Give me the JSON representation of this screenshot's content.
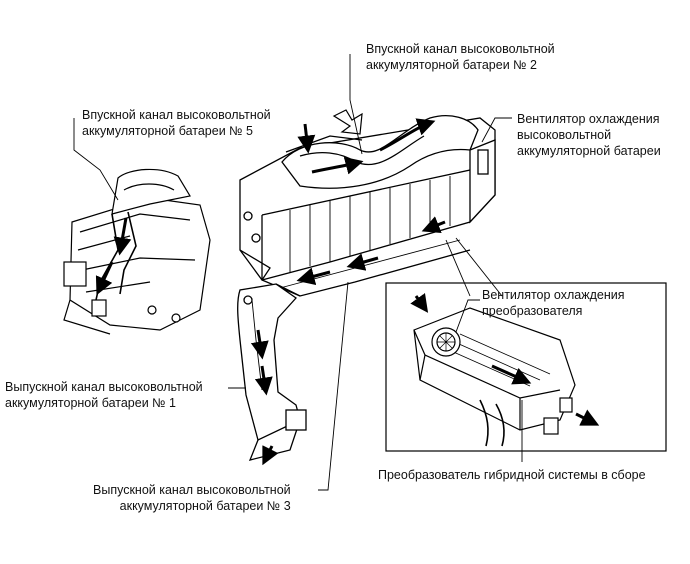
{
  "labels": {
    "intake_no2": [
      "Впускной канал высоковольтной",
      "аккумуляторной батареи № 2"
    ],
    "intake_no5": [
      "Впускной канал высоковольтной",
      "аккумуляторной батареи № 5"
    ],
    "battery_fan": [
      "Вентилятор охлаждения",
      "высоковольтной",
      "аккумуляторной батареи"
    ],
    "inverter_fan": [
      "Вентилятор охлаждения",
      "преобразователя"
    ],
    "exhaust_no1": [
      "Выпускной канал высоковольтной",
      "аккумуляторной батареи № 1"
    ],
    "hybrid_inverter": [
      "Преобразователь гибридной системы в сборе"
    ],
    "exhaust_no3": [
      "Выпускной канал высоковольтной",
      "аккумуляторной батареи № 3"
    ]
  },
  "colors": {
    "line": "#000000",
    "background": "#ffffff"
  }
}
